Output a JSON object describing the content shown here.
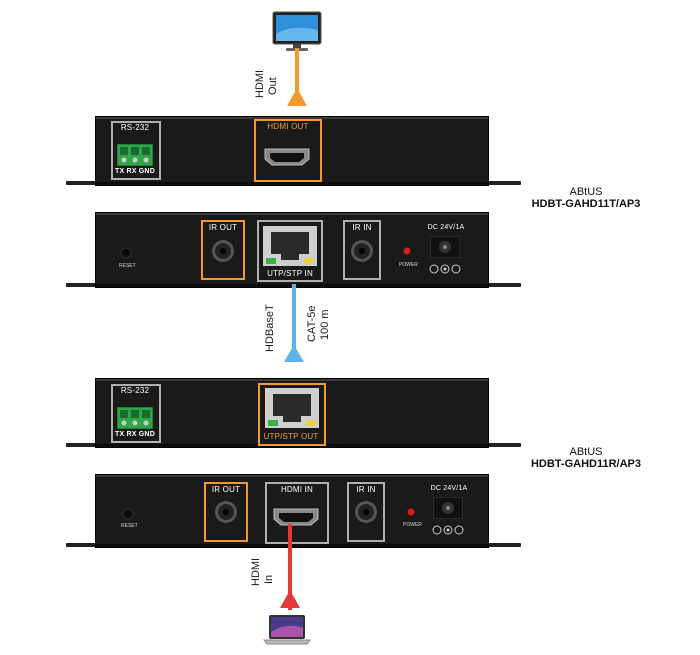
{
  "top_link": {
    "line1": "HDMI",
    "line2": "Out"
  },
  "middle_link": {
    "line1": "HDBaseT",
    "line2": "CAT-5e",
    "line3": "100 m"
  },
  "bottom_link": {
    "line1": "HDMI",
    "line2": "In"
  },
  "transmitter_labels": {
    "brand": "ABtUS",
    "model": "HDBT-GAHD11T/AP3"
  },
  "receiver_labels": {
    "brand": "ABtUS",
    "model": "HDBT-GAHD11R/AP3"
  },
  "unit1_front": {
    "rs232": "RS-232",
    "terminal": "TX RX GND",
    "port": "HDMI OUT"
  },
  "unit1_rear": {
    "ir_out": "IR OUT",
    "utp": "UTP/STP IN",
    "ir_in": "IR IN",
    "reset": "RESET",
    "power": "POWER",
    "dc": "DC 24V/1A"
  },
  "unit2_front": {
    "rs232": "RS-232",
    "terminal": "TX RX GND",
    "port": "UTP/STP OUT"
  },
  "unit2_rear": {
    "ir_out": "IR OUT",
    "hdmi_in": "HDMI IN",
    "ir_in": "IR IN",
    "reset": "RESET",
    "power": "POWER",
    "dc": "DC 24V/1A"
  },
  "colors": {
    "hdmi_out_arrow": "#f29a2e",
    "hdbaset_arrow": "#5bb4e5",
    "hdmi_in_arrow": "#e23a3a",
    "port_highlight": "#f29a2e"
  },
  "icons": {
    "display": "monitor-icon",
    "source": "laptop-icon"
  }
}
